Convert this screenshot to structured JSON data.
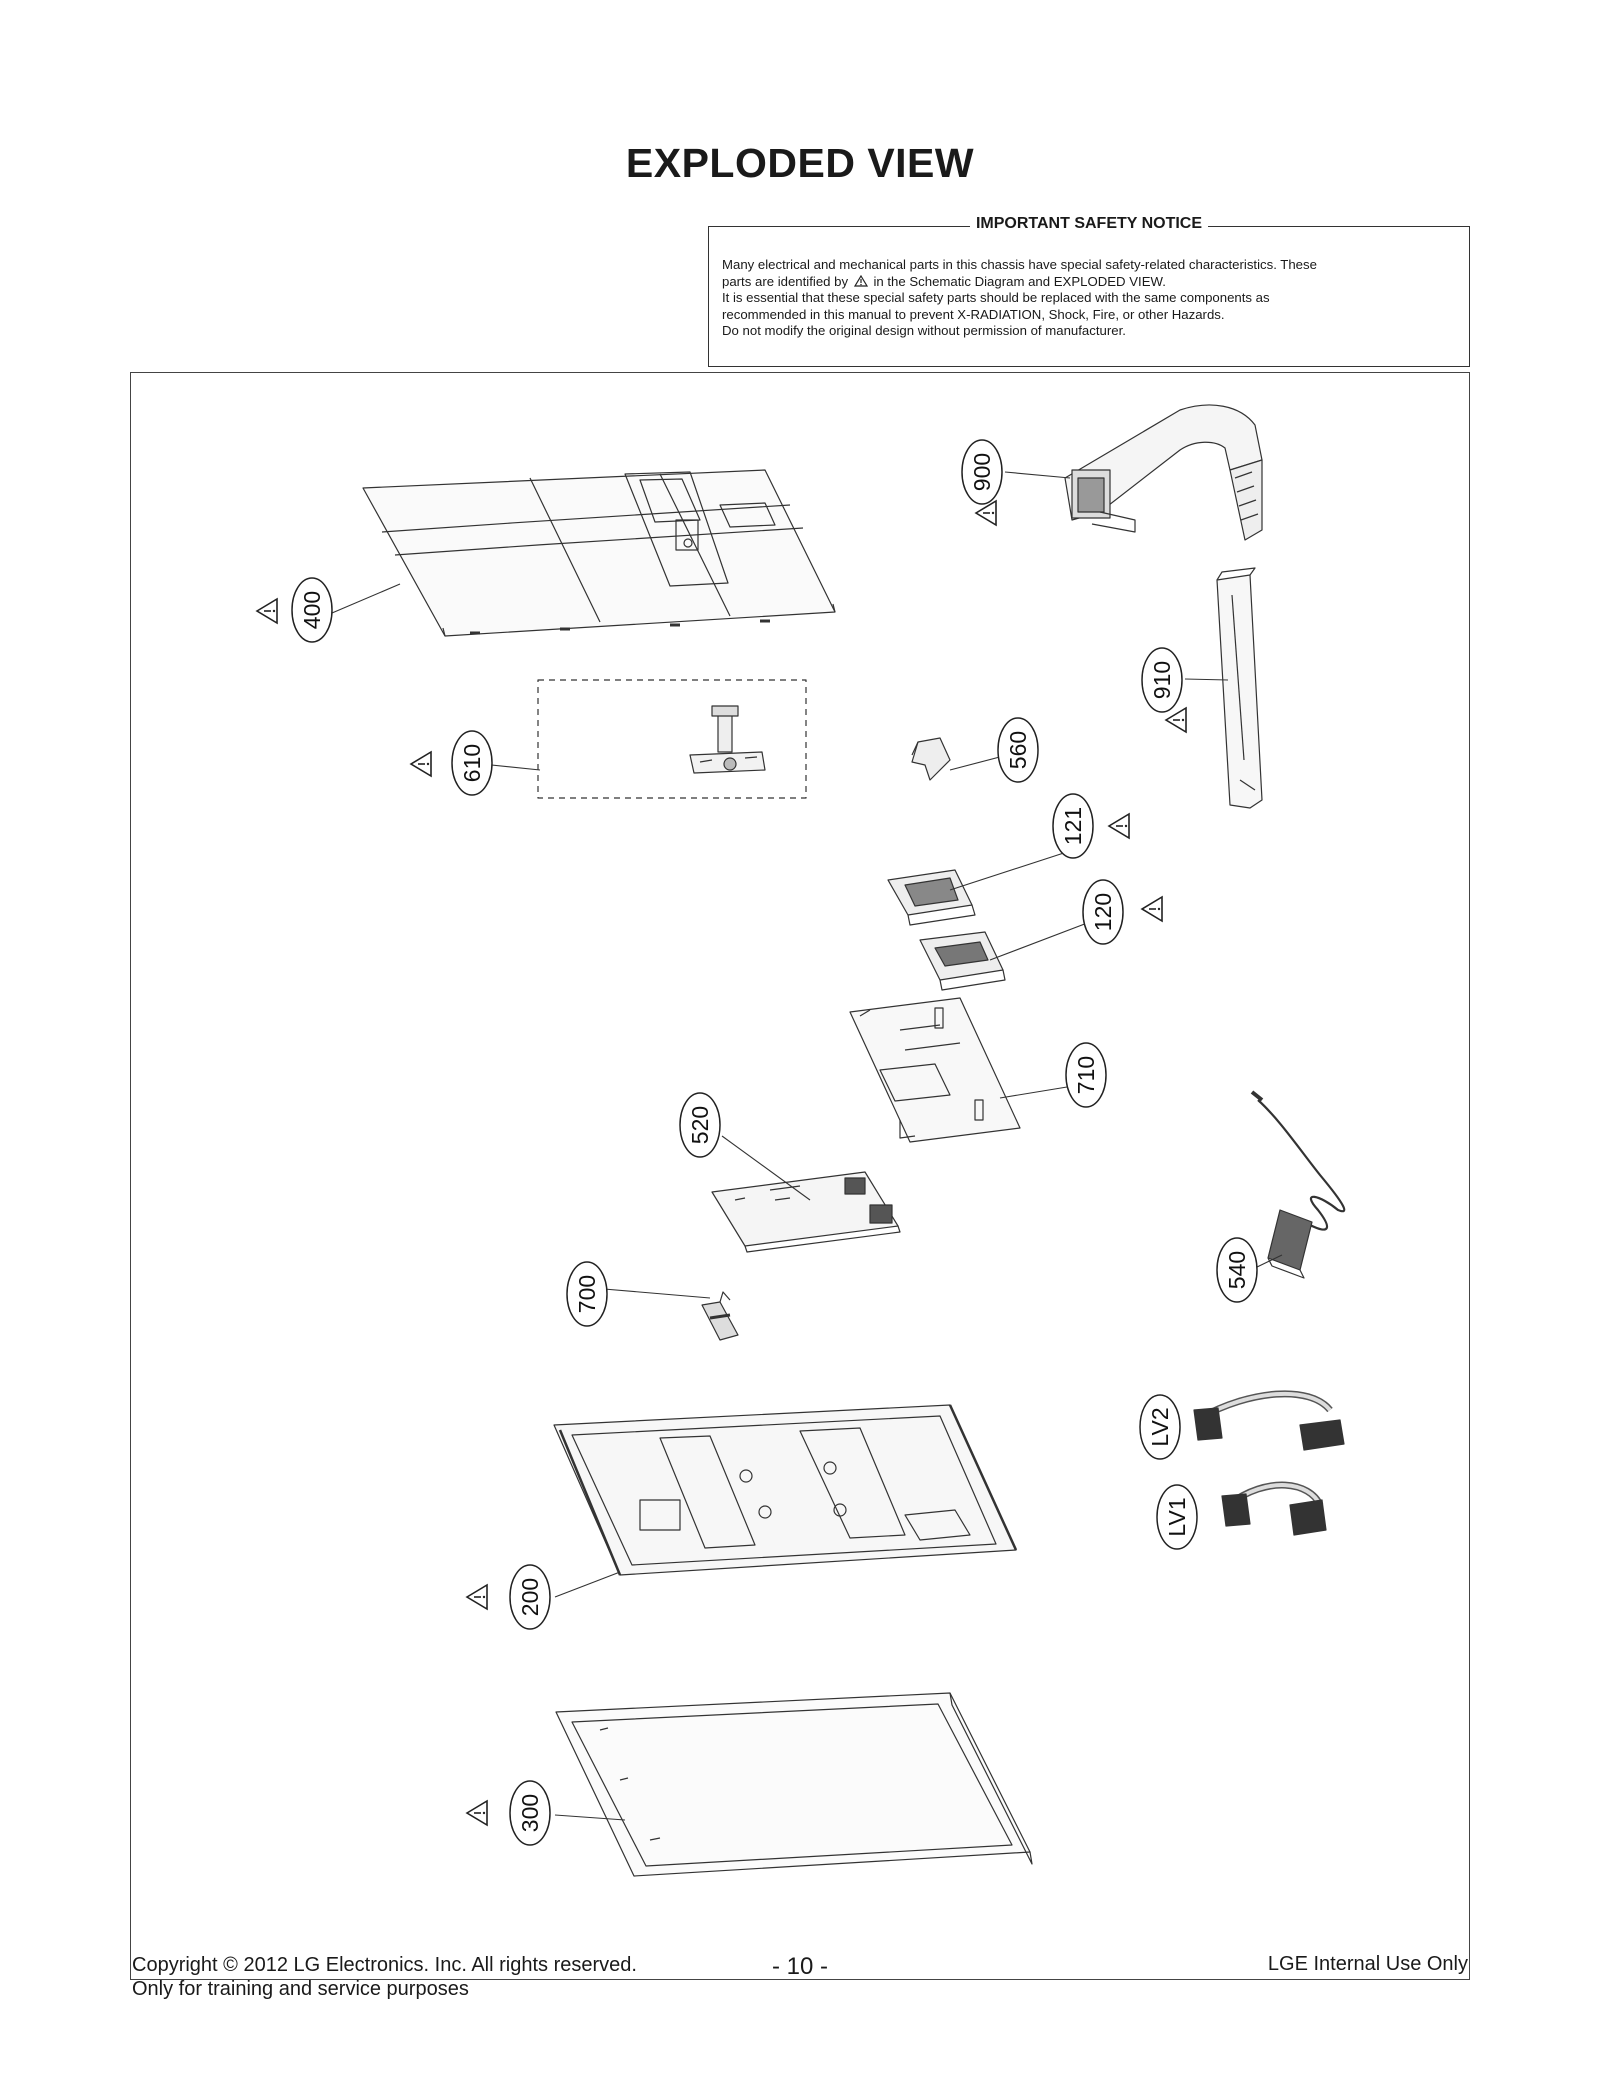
{
  "page": {
    "title": "EXPLODED VIEW"
  },
  "notice": {
    "heading": "IMPORTANT SAFETY NOTICE",
    "line1": "Many electrical and mechanical parts in this chassis have special safety-related characteristics. These",
    "line2_pre": "parts are identified by",
    "line2_post": "in the Schematic Diagram and EXPLODED VIEW.",
    "line3": "It is essential that these special safety parts should be replaced with the same components as",
    "line4": "recommended in this manual to prevent X-RADIATION, Shock, Fire, or other Hazards.",
    "line5": "Do not modify the original design without permission of manufacturer."
  },
  "parts": [
    {
      "ref": "900",
      "safety": true
    },
    {
      "ref": "400",
      "safety": true
    },
    {
      "ref": "910",
      "safety": true
    },
    {
      "ref": "610",
      "safety": true
    },
    {
      "ref": "560",
      "safety": false
    },
    {
      "ref": "121",
      "safety": true
    },
    {
      "ref": "120",
      "safety": true
    },
    {
      "ref": "710",
      "safety": false
    },
    {
      "ref": "520",
      "safety": false
    },
    {
      "ref": "540",
      "safety": false
    },
    {
      "ref": "700",
      "safety": false
    },
    {
      "ref": "LV2",
      "safety": false
    },
    {
      "ref": "LV1",
      "safety": false
    },
    {
      "ref": "200",
      "safety": true
    },
    {
      "ref": "300",
      "safety": true
    }
  ],
  "footer": {
    "copyright": "Copyright  © 2012  LG Electronics. Inc. All rights reserved.",
    "purpose": "Only for training and service purposes",
    "page_number": "- 10 -",
    "usage": "LGE Internal Use Only"
  }
}
